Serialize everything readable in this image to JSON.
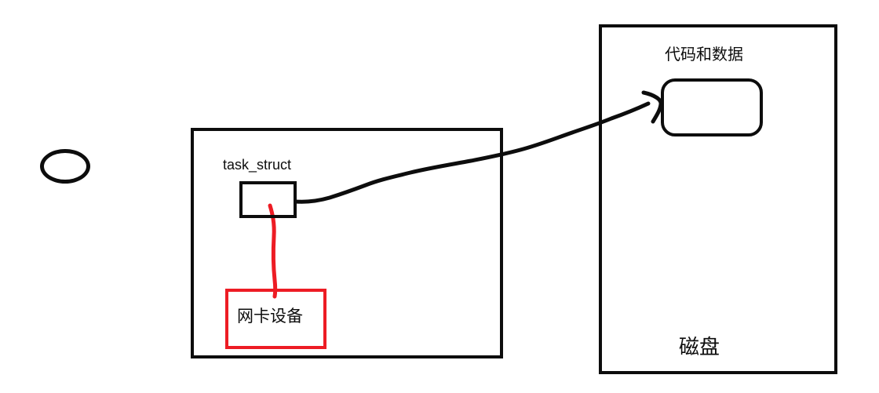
{
  "diagram": {
    "process_box": {
      "task_struct_label": "task_struct"
    },
    "nic_box": {
      "label": "网卡设备"
    },
    "disk_box": {
      "code_data_label": "代码和数据",
      "disk_label": "磁盘"
    }
  },
  "colors": {
    "ink": "#0d0d0d",
    "annotation_red": "#ed1c24",
    "background": "#ffffff"
  }
}
